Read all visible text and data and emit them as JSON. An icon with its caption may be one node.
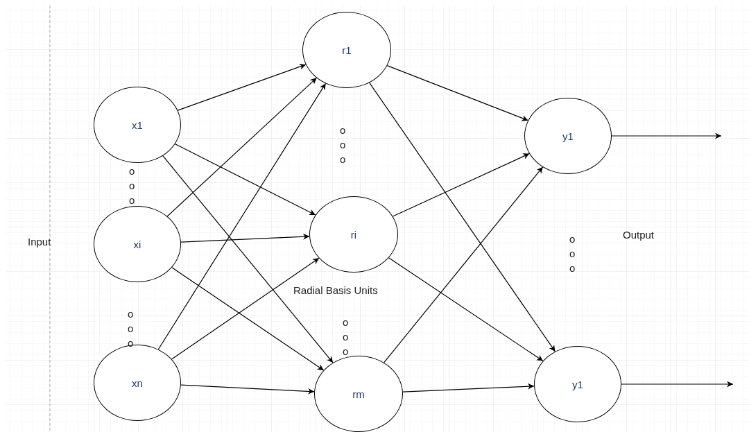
{
  "diagram": {
    "nodes": [
      {
        "text": [
          "x1"
        ]
      },
      {
        "text": [
          "xi"
        ]
      },
      {
        "text": [
          "xn"
        ]
      },
      {
        "text": [
          "r1"
        ]
      },
      {
        "text": [
          "ri"
        ]
      },
      {
        "text": [
          "rm"
        ]
      },
      {
        "text": [
          "y1"
        ]
      },
      {
        "text": [
          "y1"
        ]
      }
    ],
    "edges": [
      {
        "from": 0,
        "to": 3,
        "arrow": "to"
      },
      {
        "from": 0,
        "to": 4,
        "arrow": "to"
      },
      {
        "from": 0,
        "to": 5,
        "arrow": "to"
      },
      {
        "from": 1,
        "to": 3,
        "arrow": "to"
      },
      {
        "from": 1,
        "to": 4,
        "arrow": "to"
      },
      {
        "from": 1,
        "to": 5,
        "arrow": "to"
      },
      {
        "from": 2,
        "to": 3,
        "arrow": "to"
      },
      {
        "from": 2,
        "to": 4,
        "arrow": "to"
      },
      {
        "from": 2,
        "to": 5,
        "arrow": "to"
      },
      {
        "from": 3,
        "to": 6,
        "arrow": "to"
      },
      {
        "from": 3,
        "to": 7,
        "arrow": "to"
      },
      {
        "from": 4,
        "to": 6,
        "arrow": "to"
      },
      {
        "from": 4,
        "to": 7,
        "arrow": "to"
      },
      {
        "from": 5,
        "to": 6,
        "arrow": "to"
      },
      {
        "from": 5,
        "to": 7,
        "arrow": "to"
      },
      {
        "from": 6,
        "to": null,
        "arrow": "to"
      },
      {
        "from": 7,
        "to": null,
        "arrow": "to"
      }
    ],
    "labels": [
      "o o o",
      "o o o",
      "Input",
      "o o o",
      "Radial Basis Units",
      "o o o",
      "o o o",
      "Output"
    ]
  }
}
